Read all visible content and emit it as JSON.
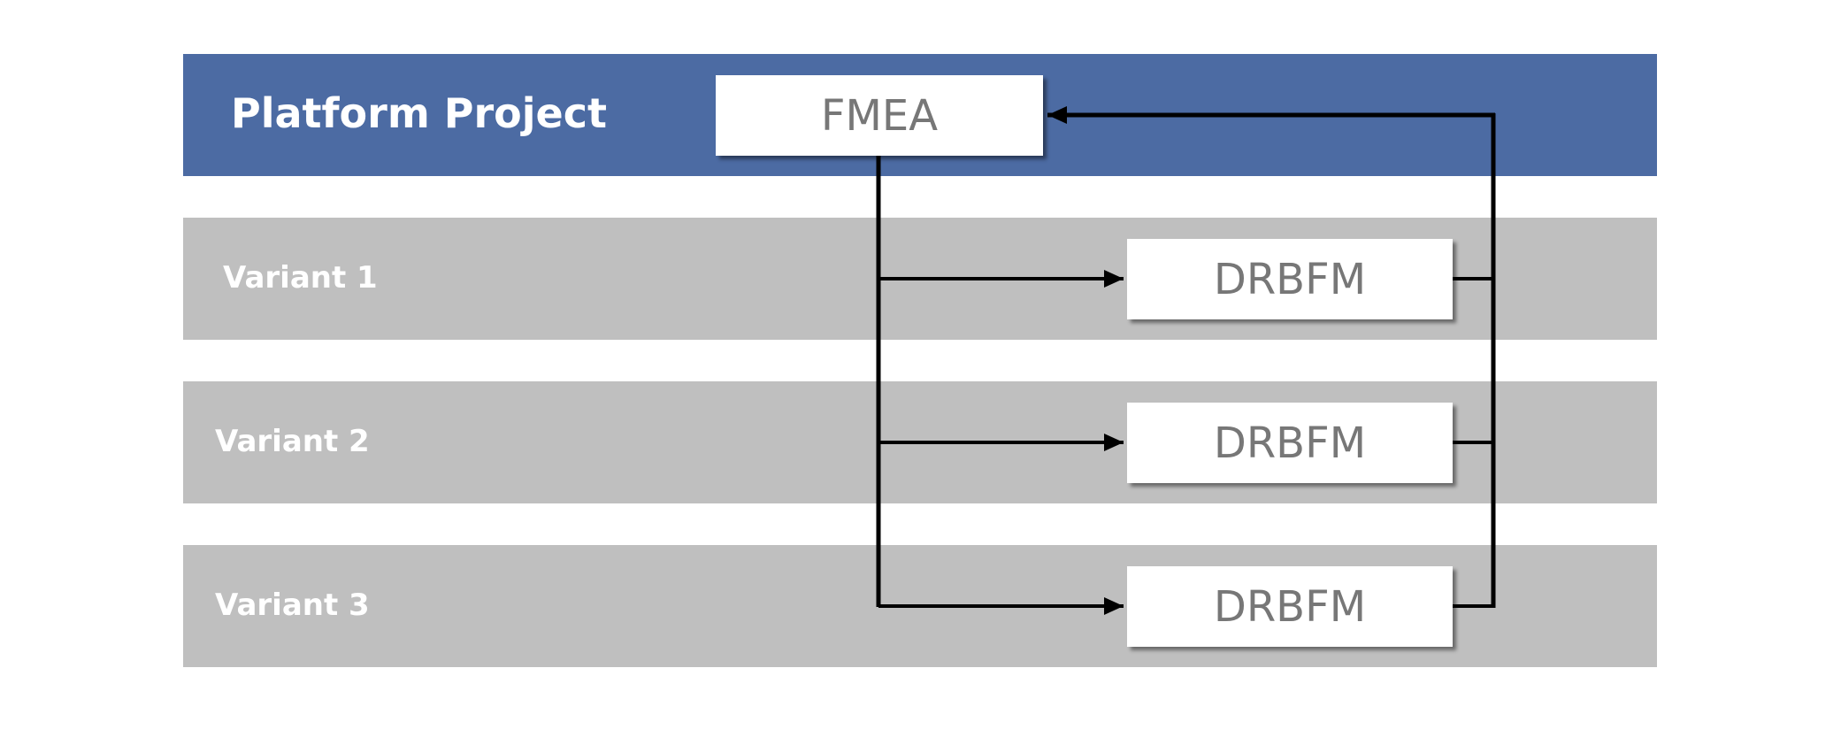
{
  "lanes": {
    "platform": {
      "label": "Platform Project"
    },
    "variant1": {
      "label": "Variant 1"
    },
    "variant2": {
      "label": "Variant 2"
    },
    "variant3": {
      "label": "Variant 3"
    }
  },
  "boxes": {
    "fmea": {
      "label": "FMEA"
    },
    "drbfm1": {
      "label": "DRBFM"
    },
    "drbfm2": {
      "label": "DRBFM"
    },
    "drbfm3": {
      "label": "DRBFM"
    }
  },
  "colors": {
    "platform_band": "#4c6ba3",
    "variant_band": "#bfbfbf",
    "box_text": "#777777",
    "connector": "#000000"
  }
}
